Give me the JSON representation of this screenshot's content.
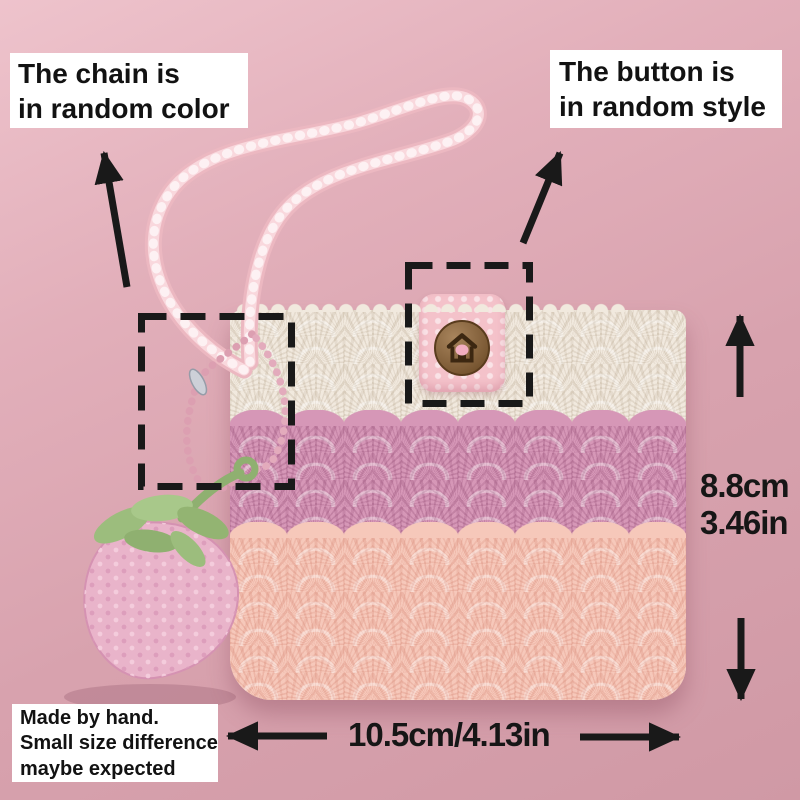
{
  "callouts": {
    "chain": {
      "line1": "The chain is",
      "line2": "in random color"
    },
    "button": {
      "line1": "The button is",
      "line2": "in random style"
    },
    "handmade": {
      "line1": "Made by hand.",
      "line2": "Small size difference",
      "line3": "maybe expected"
    }
  },
  "dimensions": {
    "height_cm": "8.8cm",
    "height_in": "3.46in",
    "width": "10.5cm/4.13in"
  },
  "scene": {
    "background_color": "#d8a2ae",
    "annotation_color": "#191919",
    "label_background": "#ffffff",
    "label_text_color": "#121212",
    "objects": {
      "pouch": {
        "band_colors": [
          "#f1e9de",
          "#d697b7",
          "#f6c8ba"
        ],
        "stitch": "shell"
      },
      "wrist_strap": {
        "color": "#f6ced5"
      },
      "ball_chain": {
        "color": "#dc9fb1"
      },
      "clasp": {
        "color": "#c9ccd4"
      },
      "strawberry_charm": {
        "body_color": "#e9b4ca",
        "leaf_color": "#9cbd7d"
      },
      "wooden_button": {
        "color": "#8a6a49",
        "motif": "house"
      }
    }
  }
}
